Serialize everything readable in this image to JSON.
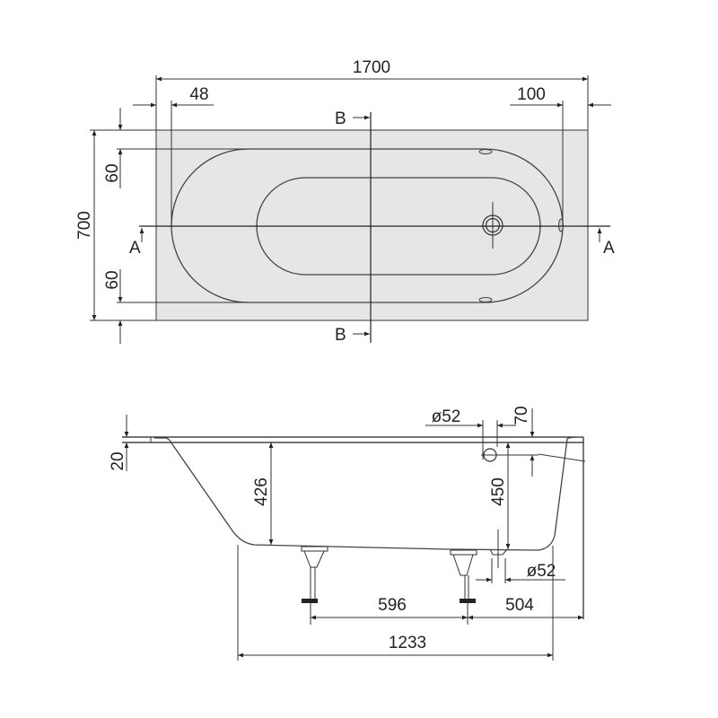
{
  "drawing": {
    "title": "Bathtub technical drawing",
    "colors": {
      "tub_fill": "#e6e6e6",
      "line": "#222222",
      "background": "#ffffff"
    },
    "top_view": {
      "dimensions": {
        "overall_length": "1700",
        "left_rim": "48",
        "right_rim": "100",
        "overall_width": "700",
        "top_rim": "60",
        "bottom_rim": "60"
      },
      "section_labels": {
        "a_left": "A",
        "a_right": "A",
        "b_top": "B",
        "b_bottom": "B"
      }
    },
    "side_view": {
      "dimensions": {
        "rim_thickness": "20",
        "inner_depth": "426",
        "overflow_diameter": "ø52",
        "overflow_offset": "70",
        "overflow_to_drain": "450",
        "drain_diameter": "ø52",
        "leg_spacing": "596",
        "leg_to_end": "504",
        "bottom_length": "1233"
      }
    }
  }
}
